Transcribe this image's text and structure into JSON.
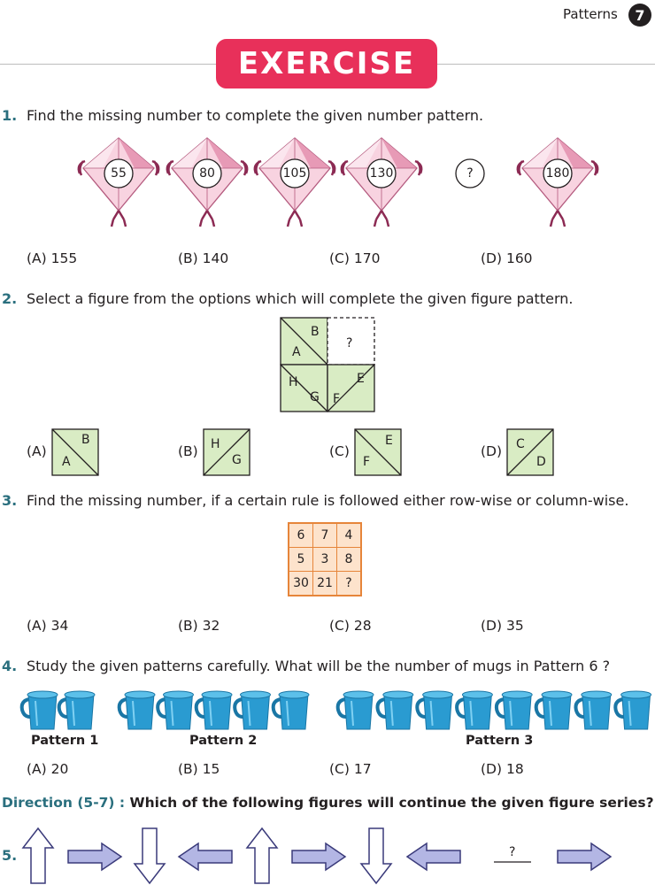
{
  "header": {
    "section": "Patterns",
    "page_number": "7"
  },
  "banner": {
    "title": "EXERCISE"
  },
  "q1": {
    "number": "1.",
    "text": "Find the missing number to complete the given number pattern.",
    "kites": [
      "55",
      "80",
      "105",
      "130",
      "?",
      "180"
    ],
    "options": [
      "(A)  155",
      "(B)  140",
      "(C)  170",
      "(D)  160"
    ]
  },
  "q2": {
    "number": "2.",
    "text": "Select a figure from the options which will complete the given figure pattern.",
    "figure": {
      "tl_b": "B",
      "tl_a": "A",
      "tr_q": "?",
      "bl_h": "H",
      "bl_g": "G",
      "br_e": "E",
      "br_f": "F"
    },
    "options": [
      {
        "label": "(A)",
        "top": "B",
        "bottom": "A"
      },
      {
        "label": "(B)",
        "top": "H",
        "bottom": "G"
      },
      {
        "label": "(C)",
        "top": "E",
        "bottom": "F"
      },
      {
        "label": "(D)",
        "top": "C",
        "bottom": "D"
      }
    ]
  },
  "q3": {
    "number": "3.",
    "text": "Find the missing number, if a certain rule is followed either row-wise or column-wise.",
    "grid": [
      [
        "6",
        "7",
        "4"
      ],
      [
        "5",
        "3",
        "8"
      ],
      [
        "30",
        "21",
        "?"
      ]
    ],
    "options": [
      "(A)  34",
      "(B)  32",
      "(C)  28",
      "(D)  35"
    ]
  },
  "q4": {
    "number": "4.",
    "text": "Study the given patterns carefully. What will be the number of mugs in Pattern 6 ?",
    "patterns": [
      {
        "label": "Pattern 1",
        "mugs": 2
      },
      {
        "label": "Pattern 2",
        "mugs": 5
      },
      {
        "label": "Pattern 3",
        "mugs": 8
      }
    ],
    "options": [
      "(A)  20",
      "(B)  15",
      "(C)  17",
      "(D)  18"
    ]
  },
  "direction": {
    "key": "Direction (5-7) :",
    "text": "Which of the following figures will continue the given figure series?"
  },
  "q5": {
    "number": "5.",
    "missing": "?"
  },
  "colors": {
    "accent": "#e8305a",
    "qnum": "#2a6f7e",
    "kite": "#f8d3e0",
    "square_fill": "#d9ecc4",
    "grid_fill": "#fde3cc",
    "mug": "#2a9bd1",
    "arrow": "#b3b6e4"
  }
}
